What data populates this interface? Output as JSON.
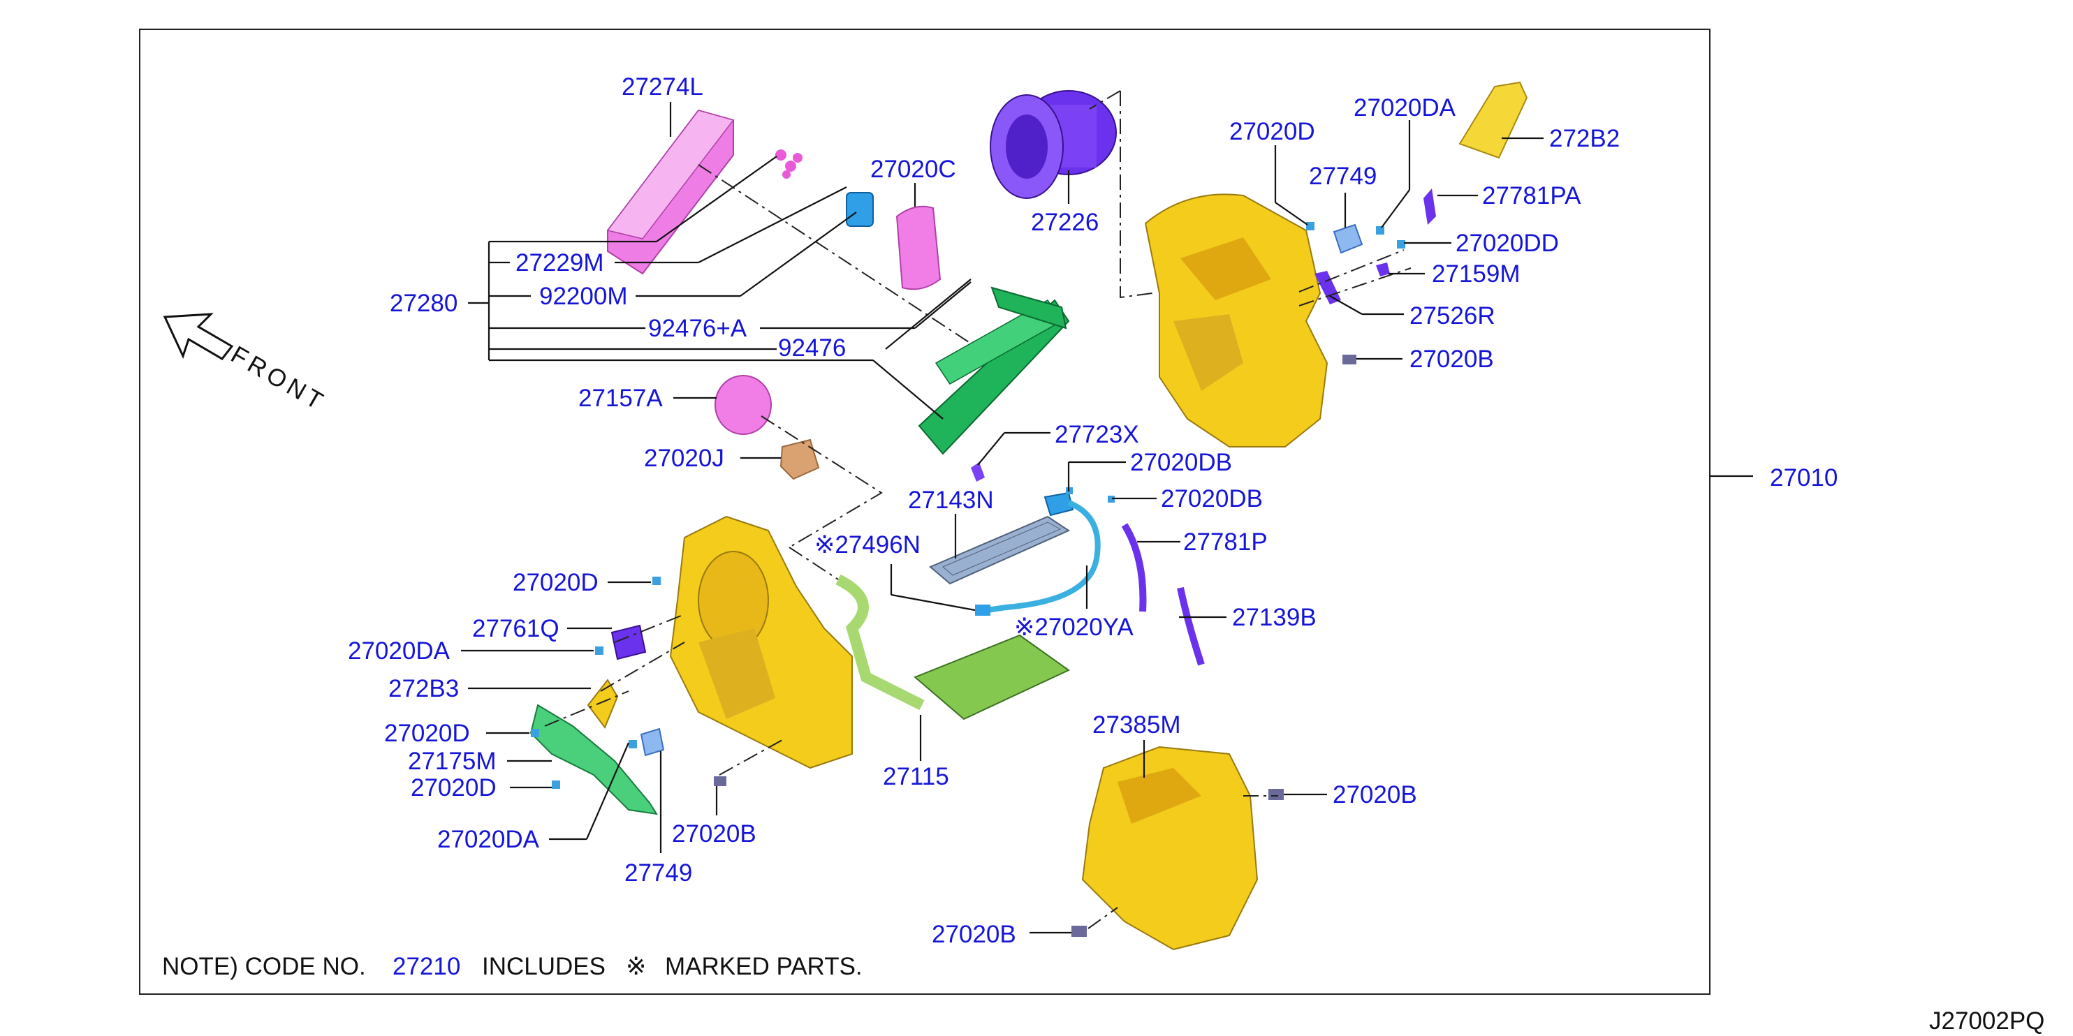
{
  "diagram_code": "J27002PQ",
  "direction_label": "FRONT",
  "note": {
    "prefix": "NOTE) CODE NO.",
    "code": "27210",
    "includes": "INCLUDES",
    "mark": "※",
    "suffix": "MARKED PARTS."
  },
  "parts": {
    "p27274L": "27274L",
    "p27229M": "27229M",
    "p92200M": "92200M",
    "p27280": "27280",
    "p92476A": "92476+A",
    "p92476": "92476",
    "p27020C": "27020C",
    "p27226": "27226",
    "p27020D_top": "27020D",
    "p27749_top": "27749",
    "p27020DA_top": "27020DA",
    "p272B2": "272B2",
    "p27781PA": "27781PA",
    "p27020DD": "27020DD",
    "p27159M": "27159M",
    "p27526R": "27526R",
    "p27020B_right": "27020B",
    "p27010": "27010",
    "p27157A": "27157A",
    "p27020J": "27020J",
    "p27723X": "27723X",
    "p27020DB_1": "27020DB",
    "p27020DB_2": "27020DB",
    "p27143N": "27143N",
    "p27496N": "※27496N",
    "p27781P": "27781P",
    "p27020YA": "※27020YA",
    "p27139B": "27139B",
    "p27020D_left1": "27020D",
    "p27761Q": "27761Q",
    "p27020DA_left": "27020DA",
    "p272B3": "272B3",
    "p27020D_left2": "27020D",
    "p27175M": "27175M",
    "p27020D_left3": "27020D",
    "p27020DA_bottom": "27020DA",
    "p27020B_bottom": "27020B",
    "p27749_bottom": "27749",
    "p27115": "27115",
    "p27385M": "27385M",
    "p27020B_r2": "27020B",
    "p27020B_r3": "27020B"
  },
  "colors": {
    "label": "#1515d8",
    "housing": "#f3cc1c",
    "filter": "#ee7ee6",
    "blower": "#7a33f0",
    "evaporator": "#1fb35a",
    "heater_core": "#84c850",
    "actuator": "#5aaae8",
    "pipe": "#3ab0e0"
  }
}
